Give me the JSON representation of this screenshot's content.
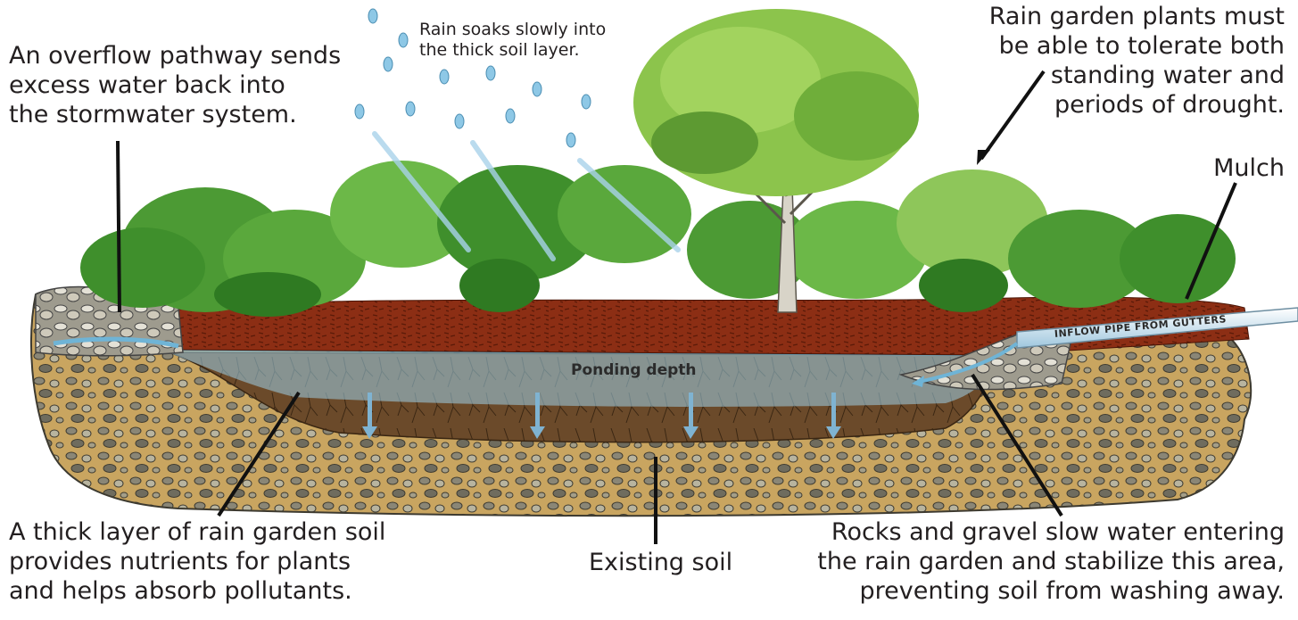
{
  "labels": {
    "overflow": "An overflow pathway sends\nexcess water back into\nthe stormwater system.",
    "rain": "Rain soaks slowly into\nthe thick soil layer.",
    "plants": "Rain garden plants must\nbe able to tolerate both\nstanding water and\nperiods of drought.",
    "mulch": "Mulch",
    "soil": "A thick layer of rain garden soil\nprovides nutrients for plants\nand helps absorb pollutants.",
    "existing": "Existing soil",
    "rocks": "Rocks and gravel slow water entering\nthe rain garden and stabilize this area,\npreventing soil from washing away.",
    "ponding": "Ponding depth",
    "inflow": "INFLOW PIPE FROM GUTTERS"
  },
  "colors": {
    "ground": "#c9a560",
    "soil": "#6b4a2a",
    "mulch": "#8c2e14",
    "foliage": "#3f8f2c",
    "water": "#9fd0e6"
  }
}
